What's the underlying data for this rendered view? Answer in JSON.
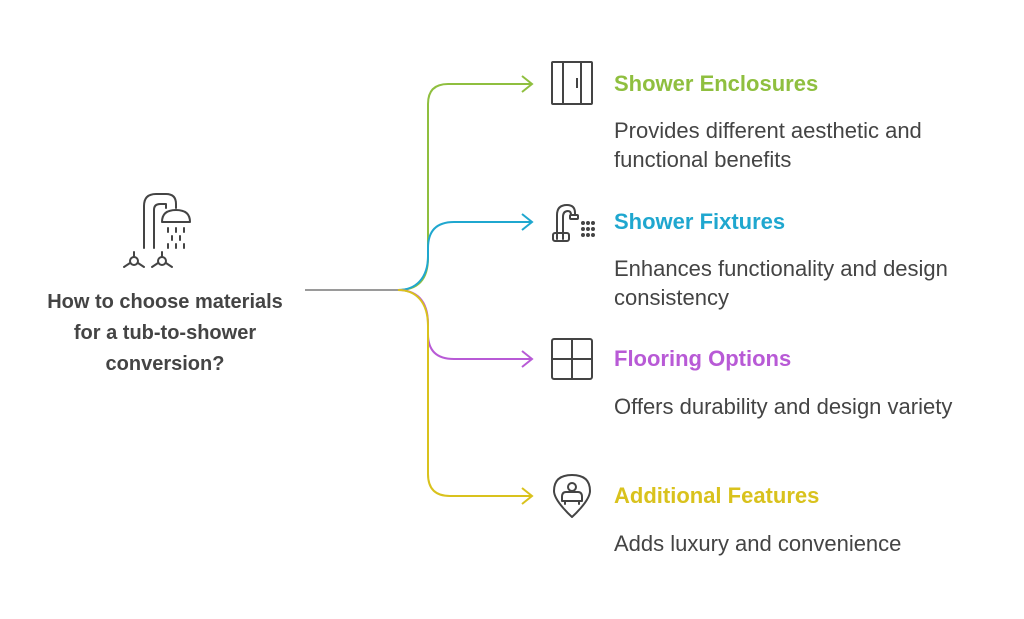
{
  "root": {
    "question": "How to choose materials for a tub-to-shower conversion?",
    "icon": "shower-head-icon"
  },
  "branches": [
    {
      "title": "Shower Enclosures",
      "description": "Provides different aesthetic and functional benefits",
      "color": "#8fbf3f",
      "icon": "shower-enclosure-icon"
    },
    {
      "title": "Shower Fixtures",
      "description": "Enhances functionality and design consistency",
      "color": "#1fa7cf",
      "icon": "faucet-sprayer-icon"
    },
    {
      "title": "Flooring Options",
      "description": "Offers durability and design variety",
      "color": "#b85ad6",
      "icon": "floor-tiles-icon"
    },
    {
      "title": "Additional Features",
      "description": "Adds luxury and convenience",
      "color": "#d9c21d",
      "icon": "location-seat-icon"
    }
  ],
  "connector_color": "#9a9a9a",
  "text_color": "#444444"
}
